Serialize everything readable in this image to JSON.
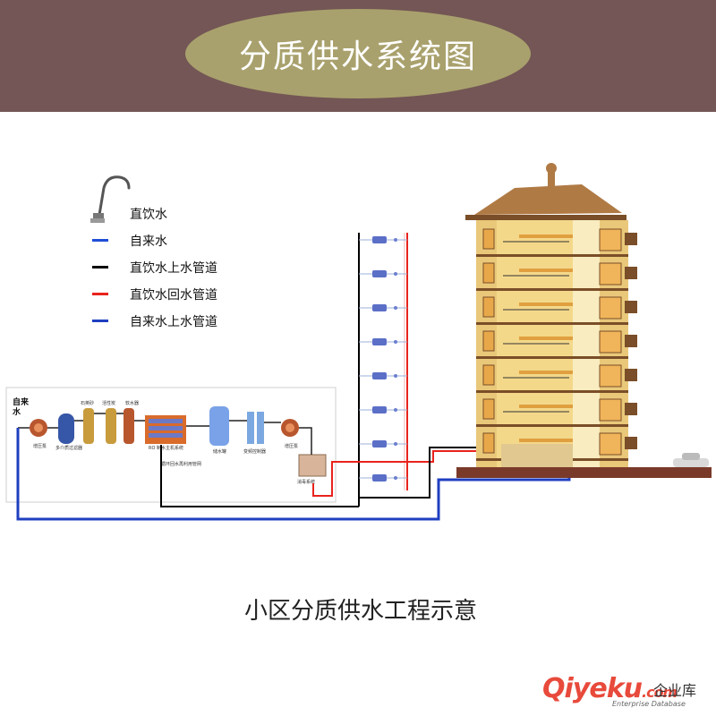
{
  "header": {
    "title": "分质供水系统图"
  },
  "legend": {
    "items": [
      {
        "label": "直饮水",
        "icon": "faucet-icon"
      },
      {
        "label": "自来水",
        "color": "#1f4fd6"
      },
      {
        "label": "直饮水上水管道",
        "color": "#000000"
      },
      {
        "label": "直饮水回水管道",
        "color": "#e8231c"
      },
      {
        "label": "自来水上水管道",
        "color": "#1f3fc0"
      }
    ]
  },
  "treatment": {
    "source_label": "自来水",
    "components": [
      "增压泵",
      "多介质过滤器",
      "石英砂",
      "活性炭",
      "软水器",
      "RO 制水主机系统",
      "储水罐",
      "变频控制器",
      "增压泵",
      "消毒系统",
      "循环回水再利用管网"
    ]
  },
  "caption": "小区分质供水工程示意",
  "logo": {
    "main": "Qiyeku",
    "suffix": ".com",
    "cn": "企业库",
    "sub": "Enterprise Database"
  },
  "colors": {
    "header_band": "#735655",
    "title_ellipse": "#a9a16d",
    "pipe_black": "#000000",
    "pipe_red": "#e8231c",
    "pipe_blue": "#1f3fc0",
    "building_wall": "#e9c87a",
    "roof": "#b07a45"
  }
}
